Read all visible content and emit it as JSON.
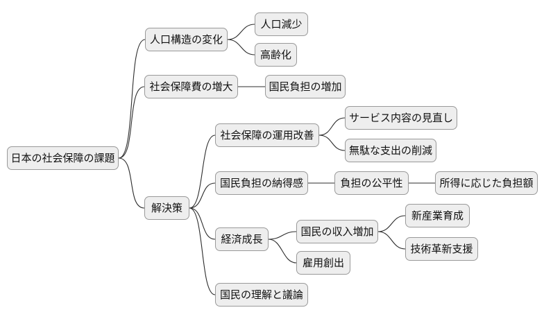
{
  "diagram": {
    "type": "mindmap",
    "nodes": {
      "root": "日本の社会保障の課題",
      "population_change": "人口構造の変化",
      "population_decline": "人口減少",
      "aging": "高齢化",
      "cost_increase": "社会保障費の増大",
      "national_burden_increase": "国民負担の増加",
      "solutions": "解決策",
      "operation_improvement": "社会保障の運用改善",
      "service_review": "サービス内容の見直し",
      "waste_reduction": "無駄な支出の削減",
      "burden_acceptance": "国民負担の納得感",
      "burden_fairness": "負担の公平性",
      "income_based_burden": "所得に応じた負担額",
      "economic_growth": "経済成長",
      "income_increase": "国民の収入増加",
      "new_industry": "新産業育成",
      "tech_innovation_support": "技術革新支援",
      "job_creation": "雇用創出",
      "public_understanding": "国民の理解と議論"
    },
    "edges": [
      [
        "root",
        "population_change"
      ],
      [
        "root",
        "cost_increase"
      ],
      [
        "root",
        "solutions"
      ],
      [
        "population_change",
        "population_decline"
      ],
      [
        "population_change",
        "aging"
      ],
      [
        "cost_increase",
        "national_burden_increase"
      ],
      [
        "solutions",
        "operation_improvement"
      ],
      [
        "solutions",
        "burden_acceptance"
      ],
      [
        "solutions",
        "economic_growth"
      ],
      [
        "solutions",
        "public_understanding"
      ],
      [
        "operation_improvement",
        "service_review"
      ],
      [
        "operation_improvement",
        "waste_reduction"
      ],
      [
        "burden_acceptance",
        "burden_fairness"
      ],
      [
        "burden_fairness",
        "income_based_burden"
      ],
      [
        "economic_growth",
        "income_increase"
      ],
      [
        "economic_growth",
        "job_creation"
      ],
      [
        "income_increase",
        "new_industry"
      ],
      [
        "income_increase",
        "tech_innovation_support"
      ]
    ],
    "colors": {
      "node_fill": "#eeeeee",
      "node_border": "#999999",
      "connector": "#2b2b2b",
      "text": "#111111",
      "background": "#ffffff"
    }
  }
}
